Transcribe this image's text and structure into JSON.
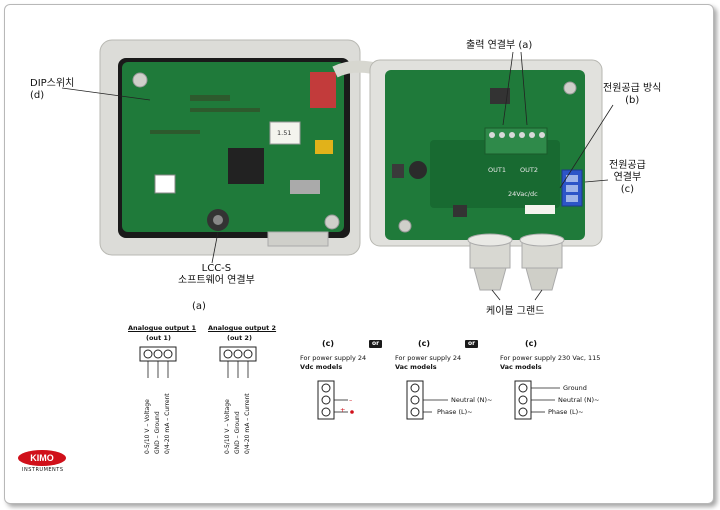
{
  "labels": {
    "output_connector": "출력 연결부",
    "output_connector_ref": "(a)",
    "power_method": "전원공급 방식",
    "power_method_ref": "(b)",
    "power_connector_l1": "전원공급",
    "power_connector_l2": "연결부",
    "power_connector_ref": "(c)",
    "dip_switch": "DIP스위치",
    "dip_switch_ref": "(d)",
    "lcc_l1": "LCC-S",
    "lcc_l2": "소프트웨어 연결부",
    "cable_gland": "케이블 그랜드"
  },
  "board_text": {
    "out1": "OUT1",
    "out2": "OUT2",
    "power_label": "24Vac/dc",
    "sticker": "1.51"
  },
  "analogue": {
    "ref": "(a)",
    "output1_title": "Analogue output 1",
    "output1_sub": "(out 1)",
    "output2_title": "Analogue output 2",
    "output2_sub": "(out 2)",
    "signals": [
      "0-5/10 V – Voltage",
      "GND – Ground",
      "0/4-20 mA – Current"
    ]
  },
  "power_supply": {
    "or_label": "or",
    "options": [
      {
        "ref": "(c)",
        "line1": "For power supply 24",
        "line2": "Vdc models",
        "pins": [
          "",
          "–",
          "+"
        ]
      },
      {
        "ref": "(c)",
        "line1": "For power supply 24",
        "line2": "Vac models",
        "pins": [
          "",
          "Neutral (N)~",
          "Phase (L)~"
        ]
      },
      {
        "ref": "(c)",
        "line1": "For power supply 230 Vac, 115",
        "line2": "Vac models",
        "pins": [
          "Ground",
          "Neutral (N)~",
          "Phase (L)~"
        ]
      }
    ]
  },
  "logo": {
    "name": "KIMO",
    "sub": "INSTRUMENTS",
    "color": "#d0101a"
  },
  "colors": {
    "pcb": "#1f7a3a",
    "enclosure": "#e6e6e3",
    "terminal": "#2f8a4a",
    "power_terminal": "#2d55c8"
  }
}
